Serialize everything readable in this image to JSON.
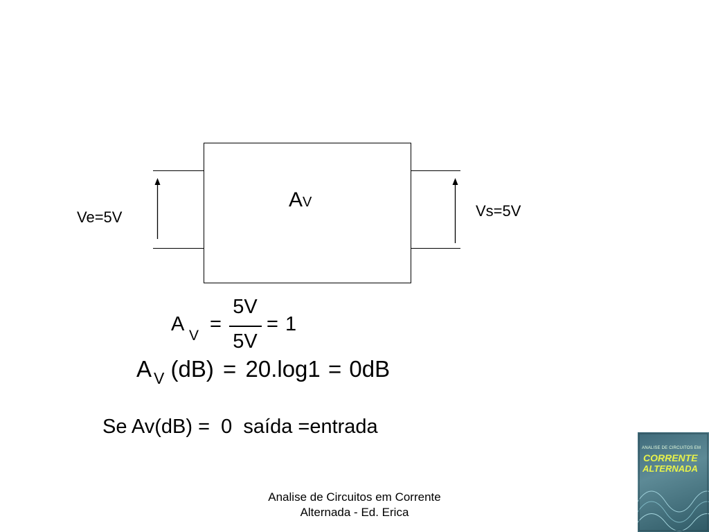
{
  "block": {
    "gain_symbol": "A",
    "gain_subscript": "V"
  },
  "input": {
    "label": "Ve=5V"
  },
  "output": {
    "label": "Vs=5V"
  },
  "equation1": {
    "lhs": "A",
    "lhs_sub": "V",
    "eq": "=",
    "numerator": "5V",
    "denominator": "5V",
    "eq2": "=",
    "result": "1"
  },
  "equation2": {
    "lhs": "A",
    "lhs_sub": "V",
    "unit": "(dB)",
    "eq": "=",
    "expr": "20.log1",
    "eq2": "=",
    "result": "0dB"
  },
  "note": "Se Av(dB) =  0  saída =entrada",
  "footer": {
    "line1": "Analise de Circuitos em Corrente",
    "line2": "Alternada - Ed. Erica"
  },
  "book_cover": {
    "title_small": "ANALISE DE CIRCUITOS EM",
    "title_line1": "CORRENTE",
    "title_line2": "ALTERNADA"
  }
}
